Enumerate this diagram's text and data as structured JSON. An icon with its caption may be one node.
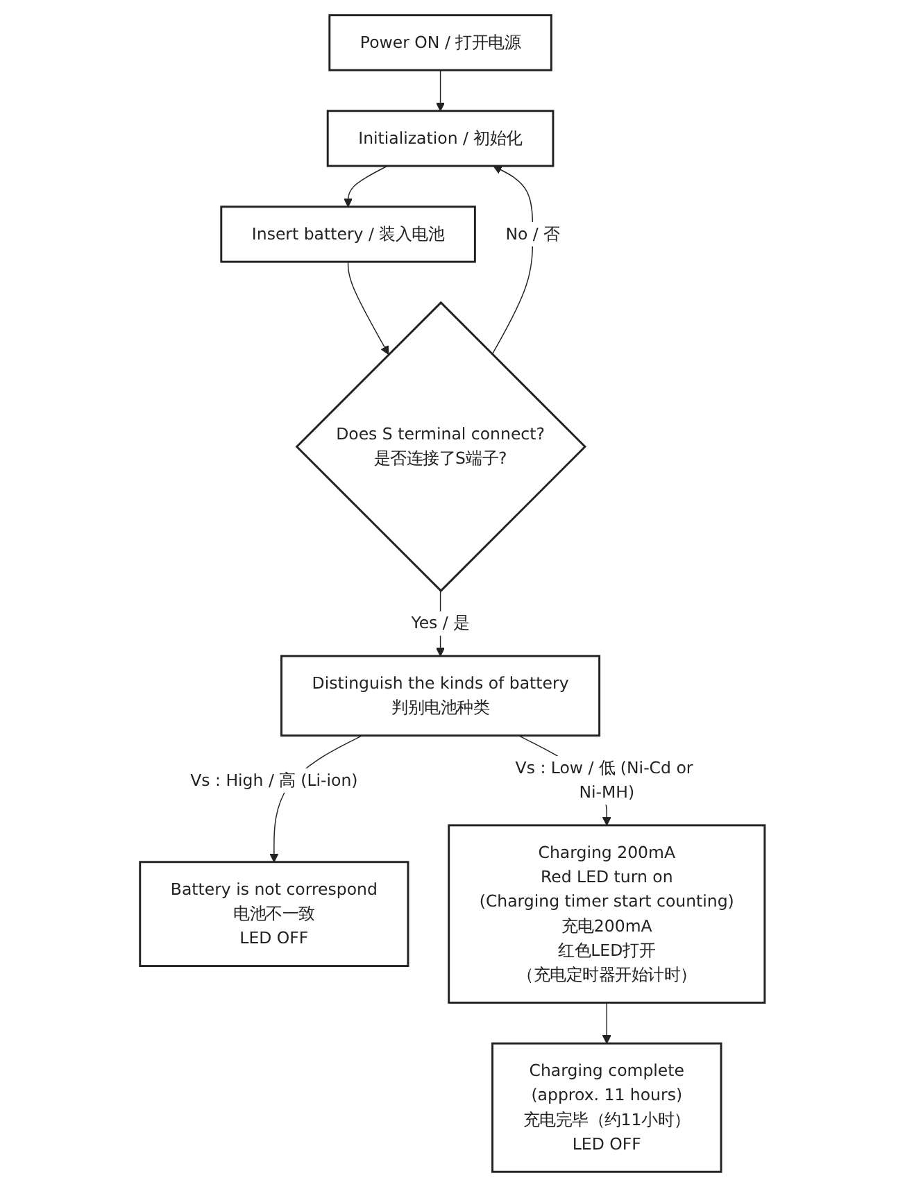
{
  "diagram": {
    "nodes": [
      {
        "text": [
          "Power ON / 打开电源"
        ]
      },
      {
        "text": [
          "Initialization / 初始化"
        ]
      },
      {
        "text": [
          "Insert battery / 装入电池"
        ]
      },
      {
        "text": [
          "Does S terminal connect?",
          "是否连接了S端子?"
        ]
      },
      {
        "text": [
          "Distinguish the kinds of battery",
          "判别电池种类"
        ]
      },
      {
        "text": [
          "Battery is not correspond",
          "电池不一致",
          "LED OFF"
        ]
      },
      {
        "text": [
          "Charging 200mA",
          "Red LED turn on",
          "(Charging timer start counting)",
          "充电200mA",
          "红色LED打开",
          "（充电定时器开始计时）"
        ]
      },
      {
        "text": [
          "Charging complete",
          "(approx. 11 hours)",
          "充电完毕（约11小时）",
          "LED OFF"
        ]
      }
    ],
    "edges": [
      {
        "from": 0,
        "to": 1,
        "arrow": "to"
      },
      {
        "from": 1,
        "to": 2,
        "arrow": "to"
      },
      {
        "from": 2,
        "to": 3,
        "arrow": "to"
      },
      {
        "from": 3,
        "to": 1,
        "arrow": "to",
        "label": "No / 否"
      },
      {
        "from": 3,
        "to": 4,
        "arrow": "to",
        "label": "Yes / 是"
      },
      {
        "from": 4,
        "to": 5,
        "arrow": "to",
        "label": "Vs : High / 高 (Li-ion)"
      },
      {
        "from": 4,
        "to": 6,
        "arrow": "to",
        "label": "Vs : Low / 低 (Ni-Cd or Ni-MH)"
      },
      {
        "from": 6,
        "to": 7,
        "arrow": "to"
      }
    ]
  }
}
